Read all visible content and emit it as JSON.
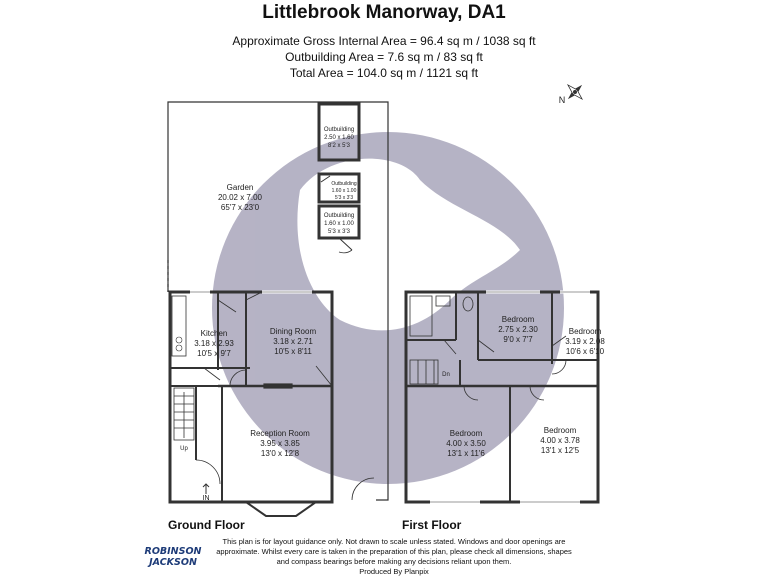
{
  "title": "Littlebrook Manorway, DA1",
  "areas": {
    "gross": "Approximate Gross Internal Area = 96.4 sq m / 1038 sq ft",
    "outbuilding": "Outbuilding Area = 7.6 sq m / 83 sq ft",
    "total": "Total Area = 104.0 sq m / 1121 sq ft"
  },
  "compass_label": "N",
  "rooms": {
    "garden": {
      "name": "Garden",
      "metric": "20.02 x 7.00",
      "imperial": "65'7 x 23'0"
    },
    "outbuilding1": {
      "name": "Outbuilding",
      "metric": "2.50 x 1.60",
      "imperial": "8'2 x 5'3"
    },
    "outbuilding2": {
      "name": "Outbuilding",
      "metric": "1.60 x 1.00",
      "imperial": "5'3 x 3'3"
    },
    "outbuilding3": {
      "name": "Outbuilding",
      "metric": "1.60 x 1.00",
      "imperial": "5'3 x 3'3"
    },
    "kitchen": {
      "name": "Kitchen",
      "metric": "3.18 x 2.93",
      "imperial": "10'5 x 9'7"
    },
    "dining": {
      "name": "Dining Room",
      "metric": "3.18 x 2.71",
      "imperial": "10'5 x 8'11"
    },
    "reception": {
      "name": "Reception Room",
      "metric": "3.95 x 3.85",
      "imperial": "13'0 x 12'8"
    },
    "bedroom1": {
      "name": "Bedroom",
      "metric": "2.75 x 2.30",
      "imperial": "9'0 x 7'7"
    },
    "bedroom2": {
      "name": "Bedroom",
      "metric": "3.19 x 2.08",
      "imperial": "10'6 x 6'10"
    },
    "bedroom3": {
      "name": "Bedroom",
      "metric": "4.00 x 3.50",
      "imperial": "13'1 x 11'6"
    },
    "bedroom4": {
      "name": "Bedroom",
      "metric": "4.00 x 3.78",
      "imperial": "13'1 x 12'5"
    }
  },
  "marks": {
    "up": "Up",
    "dn": "Dn",
    "in": "IN"
  },
  "floors": {
    "ground": "Ground Floor",
    "first": "First Floor"
  },
  "disclaimer": "This plan is for layout guidance only. Not drawn to scale unless stated. Windows and door openings are approximate. Whilst every care is taken in the preparation of this plan, please check all dimensions, shapes and compass bearings before making any decisions reliant upon them.",
  "produced_by": "Produced By Planpix",
  "logo": {
    "line1": "ROBINSON",
    "line2": "JACKSON",
    "color": "#1d3b78"
  },
  "watermark_color": "#a9a6bb"
}
